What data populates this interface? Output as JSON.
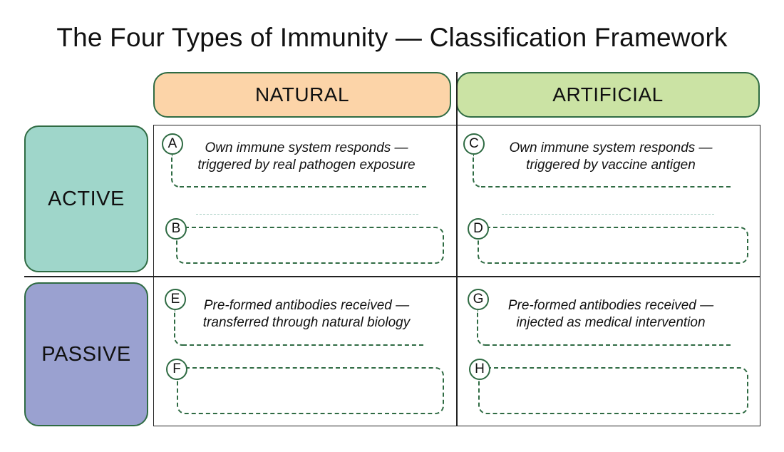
{
  "title": "The Four Types of Immunity — Classification Framework",
  "columns": [
    {
      "label": "NATURAL",
      "color": "#fcd4a8"
    },
    {
      "label": "ARTIFICIAL",
      "color": "#cbe3a4"
    }
  ],
  "rows": [
    {
      "label": "ACTIVE",
      "color": "#9fd6ca"
    },
    {
      "label": "PASSIVE",
      "color": "#9aa1d0"
    }
  ],
  "cells": {
    "active_natural": {
      "top_badge": "A",
      "description_line1": "Own immune system responds —",
      "description_line2": "triggered by real pathogen exposure",
      "bottom_badge": "B"
    },
    "active_artificial": {
      "top_badge": "C",
      "description_line1": "Own immune system responds —",
      "description_line2": "triggered by vaccine antigen",
      "bottom_badge": "D"
    },
    "passive_natural": {
      "top_badge": "E",
      "description_line1": "Pre-formed antibodies received —",
      "description_line2": "transferred through natural biology",
      "bottom_badge": "F"
    },
    "passive_artificial": {
      "top_badge": "G",
      "description_line1": "Pre-formed antibodies received —",
      "description_line2": "injected as medical intervention",
      "bottom_badge": "H"
    }
  },
  "colors": {
    "outline": "#2f6b43",
    "grid": "#222222"
  }
}
